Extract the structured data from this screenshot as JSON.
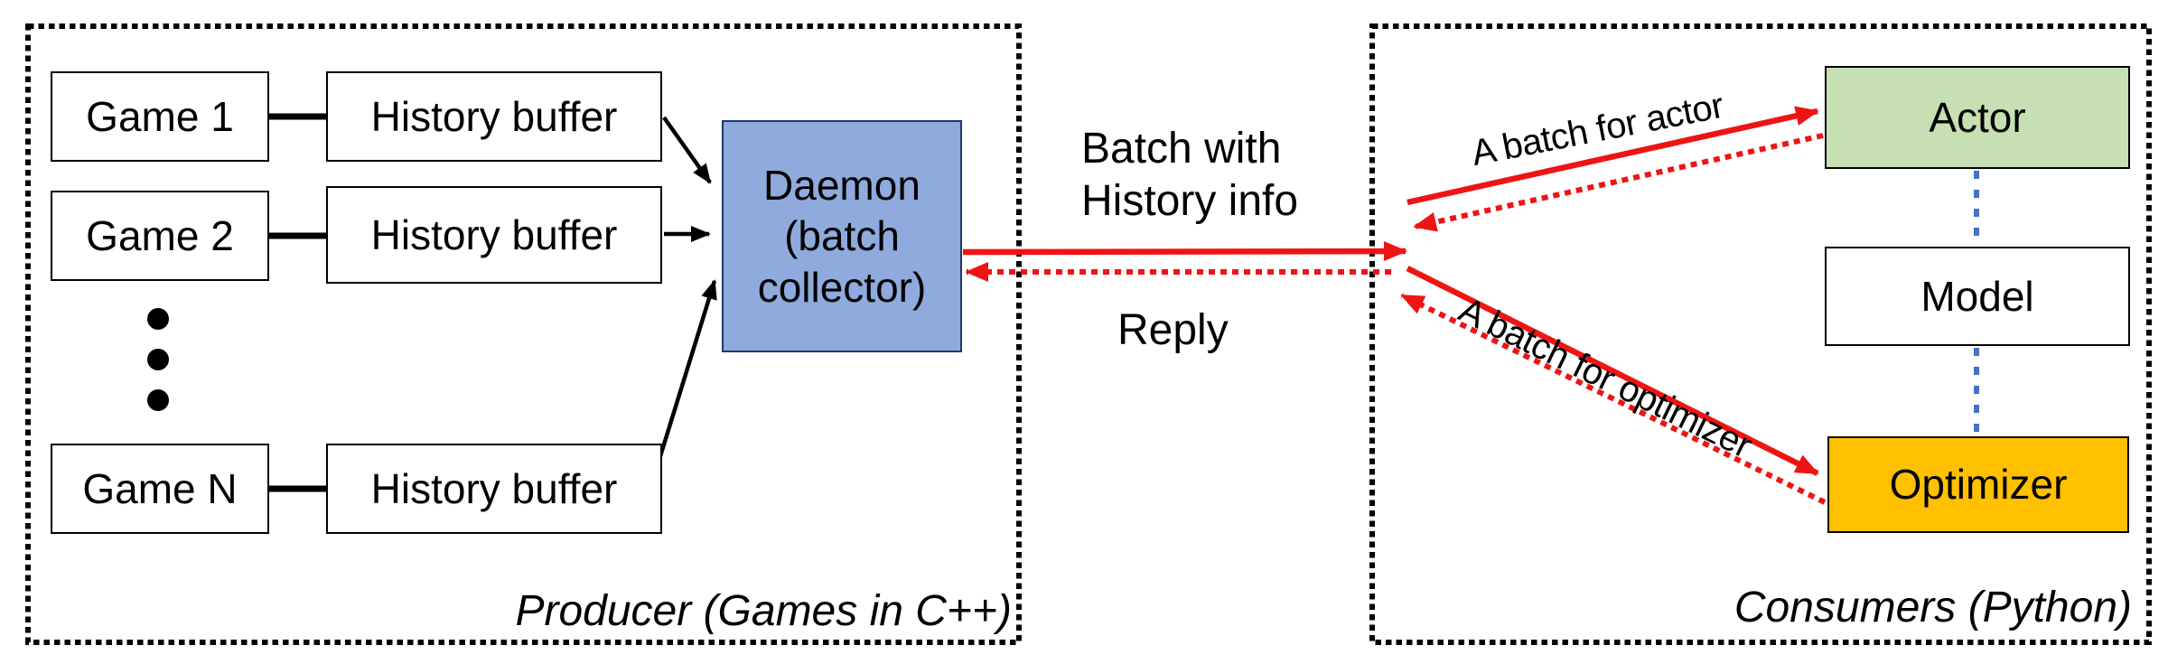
{
  "colors": {
    "red": "#ee1414",
    "blue": "#4472c4",
    "daemon_fill": "#8faadc",
    "daemon_border": "#203864",
    "actor_fill": "#c6e0b4",
    "optimizer_fill": "#ffc000"
  },
  "producer": {
    "caption": "Producer (Games in C++)",
    "rows": [
      {
        "game": "Game 1",
        "buffer": "History buffer"
      },
      {
        "game": "Game 2",
        "buffer": "History buffer"
      },
      {
        "game": "Game N",
        "buffer": "History buffer"
      }
    ],
    "daemon_label": "Daemon\n(batch\ncollector)"
  },
  "channel": {
    "request_label": "Batch with\nHistory info",
    "reply_label": "Reply"
  },
  "consumers": {
    "caption": "Consumers (Python)",
    "actor_label": "Actor",
    "model_label": "Model",
    "optimizer_label": "Optimizer",
    "actor_arrow_label": "A batch for actor",
    "optimizer_arrow_label": "A batch for optimizer"
  }
}
